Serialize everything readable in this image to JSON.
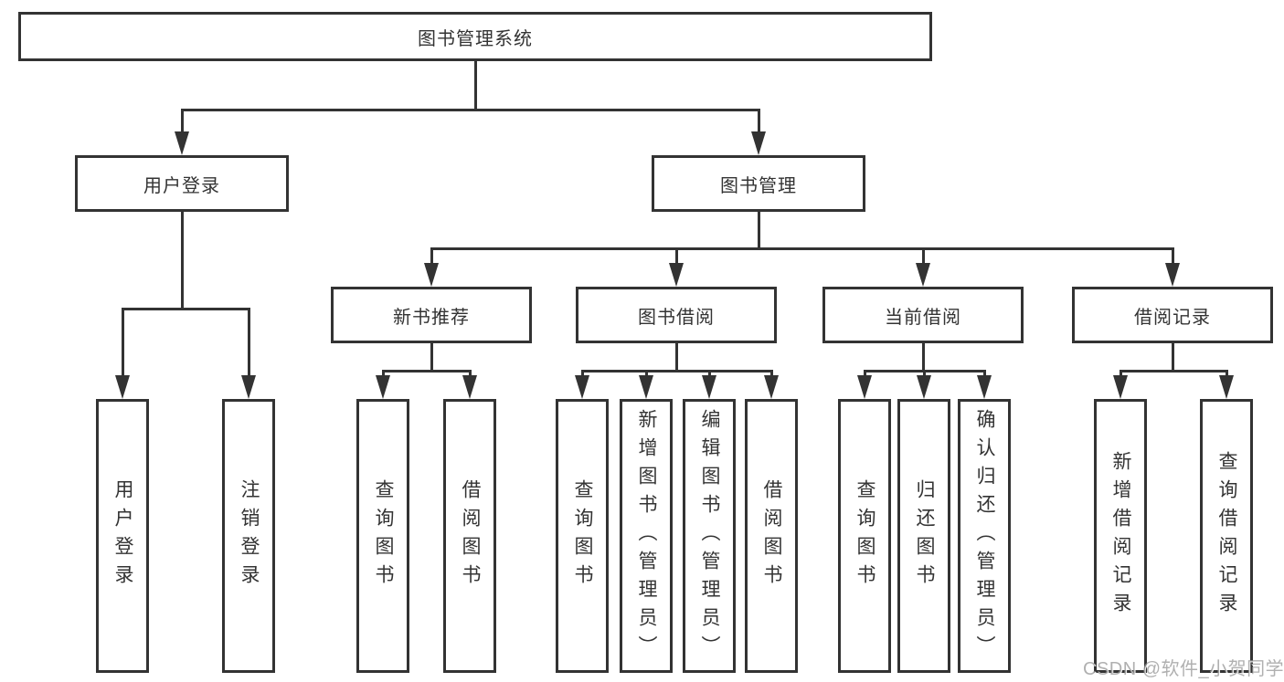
{
  "root": {
    "label": "图书管理系统"
  },
  "level1": [
    {
      "label": "用户登录"
    },
    {
      "label": "图书管理"
    }
  ],
  "level2": [
    {
      "label": "新书推荐"
    },
    {
      "label": "图书借阅"
    },
    {
      "label": "当前借阅"
    },
    {
      "label": "借阅记录"
    }
  ],
  "leaves": [
    {
      "label": "用户登录"
    },
    {
      "label": "注销登录"
    },
    {
      "label": "查询图书"
    },
    {
      "label": "借阅图书"
    },
    {
      "label": "查询图书"
    },
    {
      "label": "新增图书（管理员）"
    },
    {
      "label": "编辑图书（管理员）"
    },
    {
      "label": "借阅图书"
    },
    {
      "label": "查询图书"
    },
    {
      "label": "归还图书"
    },
    {
      "label": "确认归还（管理员）"
    },
    {
      "label": "新增借阅记录"
    },
    {
      "label": "查询借阅记录"
    }
  ],
  "watermark": "CSDN @软件_小贺同学",
  "colors": {
    "line": "#333333",
    "text": "#333333",
    "background": "#ffffff",
    "watermark": "#969696"
  }
}
